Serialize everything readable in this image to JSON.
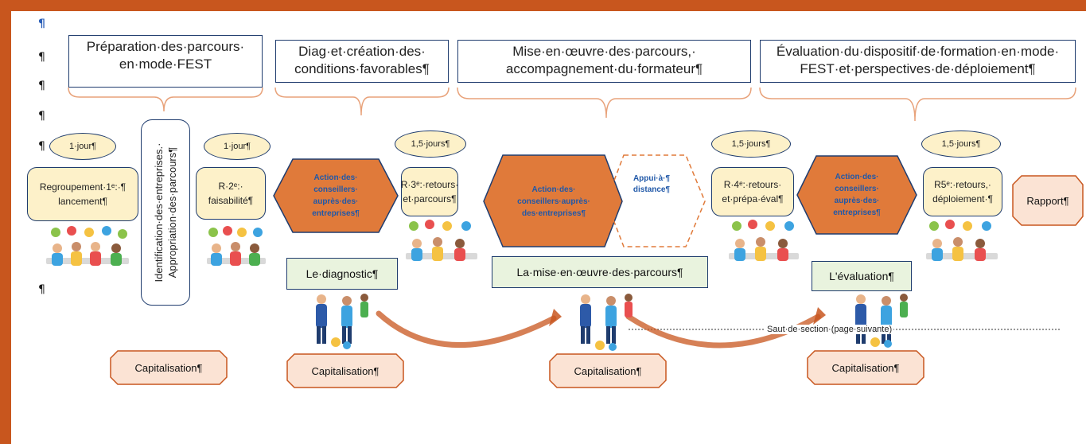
{
  "pilcrow": "¶",
  "phases": [
    {
      "text": "Préparation·des·parcours· en·mode·FEST"
    },
    {
      "text": "Diag·et·création·des· conditions·favorables¶"
    },
    {
      "text": "Mise·en·œuvre·des·parcours,· accompagnement·du·formateur¶"
    },
    {
      "text": "Évaluation·du·dispositif·de·formation·en·mode· FEST·et·perspectives·de·déploiement¶"
    }
  ],
  "days": [
    "1·jour¶",
    "1·jour¶",
    "1,5·jours¶",
    "1,5·jours¶",
    "1,5·jours¶"
  ],
  "sessions": [
    {
      "text": "Regroupement·1ᵉ:·¶ lancement¶"
    },
    {
      "text": "R·2ᵉ:· faisabilité¶"
    },
    {
      "text": "R·3ᵉ:·retours· et·parcours¶"
    },
    {
      "text": "R·4ᵉ:·retours· et·prépa·éval¶"
    },
    {
      "text": "R5ᵉ:·retours,· déploiement·¶"
    }
  ],
  "identification": "Identification·des·entreprises.· Appropriation·des·parcours¶",
  "actions": [
    "Action·des· conseillers· auprès·des· entreprises¶",
    "Action·des· conseillers·auprès· des·entreprises¶",
    "Action·des· conseillers· auprès·des· entreprises¶"
  ],
  "appui": "Appui·à·¶ distance¶",
  "milestones": [
    "Le·diagnostic¶",
    "La·mise·en·œuvre·des·parcours¶",
    "L'évaluation¶"
  ],
  "capitalisation": [
    "Capitalisation¶",
    "Capitalisation¶",
    "Capitalisation¶",
    "Capitalisation¶"
  ],
  "rapport": "Rapport¶",
  "saut": "Saut·de·section·(page·suivante)",
  "colors": {
    "frame": "#c8561e",
    "hexagon": "#e07a3a",
    "action_text": "#2058a8",
    "session_fill": "#fdf1c9",
    "milestone_fill": "#e9f3de",
    "capitalisation_fill": "#fbe3d4",
    "border": "#1f3c6e"
  }
}
